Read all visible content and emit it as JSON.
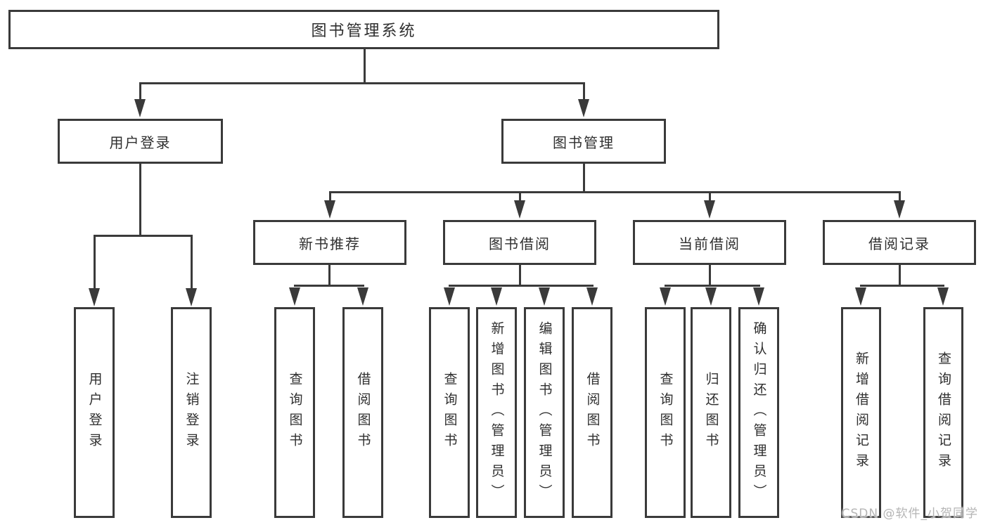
{
  "diagram": {
    "root": {
      "label": "图书管理系统"
    },
    "level2": [
      {
        "label": "用户登录",
        "children": [
          {
            "label": "用户登录"
          },
          {
            "label": "注销登录"
          }
        ]
      },
      {
        "label": "图书管理",
        "children": [
          {
            "label": "新书推荐",
            "children": [
              {
                "label": "查询图书"
              },
              {
                "label": "借阅图书"
              }
            ]
          },
          {
            "label": "图书借阅",
            "children": [
              {
                "label": "查询图书"
              },
              {
                "label": "新增图书（管理员）"
              },
              {
                "label": "编辑图书（管理员）"
              },
              {
                "label": "借阅图书"
              }
            ]
          },
          {
            "label": "当前借阅",
            "children": [
              {
                "label": "查询图书"
              },
              {
                "label": "归还图书"
              },
              {
                "label": "确认归还（管理员）"
              }
            ]
          },
          {
            "label": "借阅记录",
            "children": [
              {
                "label": "新增借阅记录"
              },
              {
                "label": "查询借阅记录"
              }
            ]
          }
        ]
      }
    ]
  },
  "watermark": {
    "text": "CSDN @软件_小贺同学"
  },
  "colors": {
    "line": "#3a3a3a",
    "text": "#2f2f2f",
    "watermark": "#b5b5b5",
    "background": "#ffffff"
  }
}
